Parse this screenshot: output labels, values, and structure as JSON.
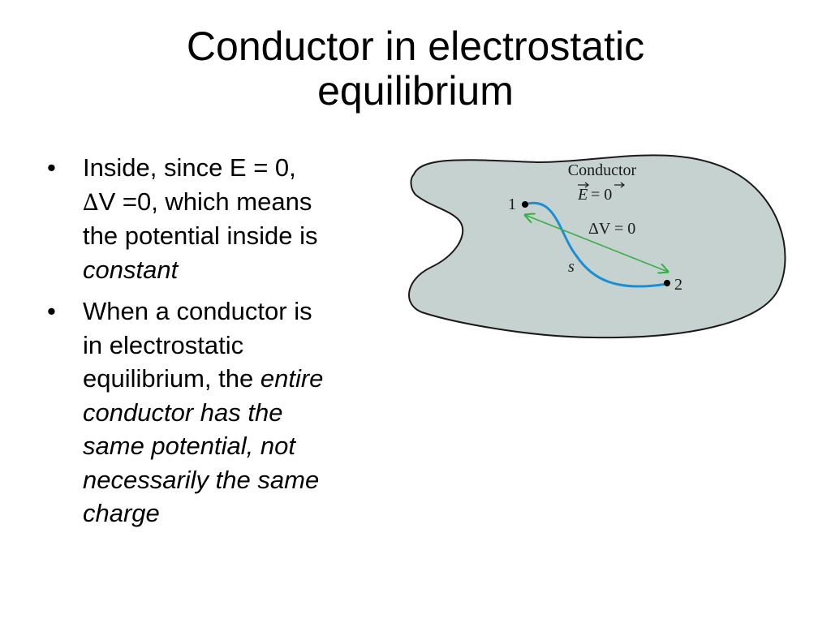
{
  "slide": {
    "title_line1": "Conductor in electrostatic",
    "title_line2": "equilibrium"
  },
  "bullets": [
    {
      "marker": "•",
      "line1": "Inside, since E = 0,",
      "delta": "∆",
      "line2_rest": "V =0,  which means",
      "line3": "the potential inside is",
      "line4_italic": "constant"
    },
    {
      "marker": "•",
      "line1": "When a conductor is",
      "line2": "in electrostatic",
      "line3_plain": "equilibrium, the ",
      "line3_italic": "entire",
      "line4_italic": "conductor has the",
      "line5_italic": "same potential,  not",
      "line6_italic": "necessarily the same",
      "line7_italic": "charge"
    }
  ],
  "figure": {
    "label_conductor": "Conductor",
    "label_field_E": "E",
    "label_field_eq": "= 0",
    "label_dv": "ΔV = 0",
    "label_point1": "1",
    "label_point2": "2",
    "label_path": "s",
    "colors": {
      "conductor_fill": "#c5d2d0",
      "outline": "#1a1a1a",
      "path_curve": "#1c8fd4",
      "straight_arrow": "#3aae4a"
    }
  }
}
